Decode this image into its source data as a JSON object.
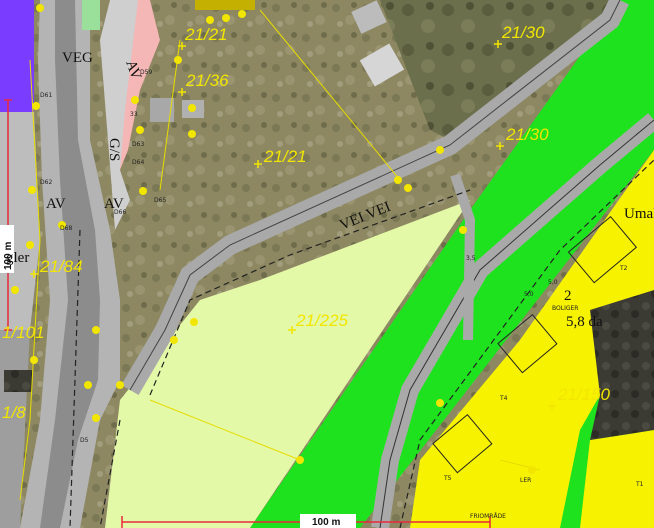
{
  "parcels": {
    "p1": "21/21",
    "p2": "21/30",
    "p3": "21/36",
    "p4": "21/21",
    "p5": "21/30",
    "p6": "21/84",
    "p7": "21/225",
    "p8": "21/150",
    "p9": "1/101",
    "p10": "1/8"
  },
  "zone_codes": {
    "veg": "VEG",
    "av1": "AV",
    "av2": "AV",
    "av3": "AV",
    "gs": "G/S",
    "vei": "VEI VEI",
    "bolig_num": "2",
    "bolig_area": "5,8 da",
    "umak": "Umak",
    "gler": "gler"
  },
  "small_labels": {
    "boliger": "BOLIGER",
    "t1": "T1",
    "t2": "T2",
    "t4": "T4",
    "t5": "T5",
    "ler": "LER",
    "friomrade": "FRIOMRÅDE",
    "d61": "D61",
    "d62": "D62",
    "d63": "D63",
    "d64": "D64",
    "d65": "D65",
    "d66": "D66",
    "d68": "D68",
    "d59": "D59",
    "d5": "D5",
    "d33": "33",
    "w35": "3,5",
    "w5a": "5,0",
    "w5b": "5,0"
  },
  "scale": {
    "left_label": "100 m",
    "bottom_label": "100 m"
  },
  "colors": {
    "residential_yellow": "#f7f200",
    "green_area": "#1fe21f",
    "light_green": "#e4f9a8",
    "road_gray": "#a9a9a9",
    "scale_red": "#e8283a",
    "purple": "#7a3cff"
  }
}
